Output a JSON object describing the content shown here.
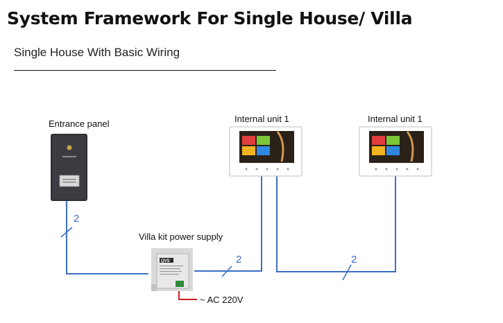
{
  "header": {
    "title": "System Framework For Single House/ Villa",
    "subtitle": "Single House With Basic Wiring"
  },
  "devices": {
    "entrance_panel": {
      "label": "Entrance panel"
    },
    "internal_unit_a": {
      "label": "Internal unit 1"
    },
    "internal_unit_b": {
      "label": "Internal unit 1"
    },
    "power_supply": {
      "label": "Villa kit power supply",
      "brand": "QVS"
    },
    "mains": {
      "label": "~ AC 220V"
    }
  },
  "wires": {
    "panel_to_psu": "2",
    "psu_to_unit": "2",
    "unit_to_unit": "2"
  },
  "colors": {
    "wire": "#3a6fc4",
    "mains_wire": "#d21c1c"
  }
}
